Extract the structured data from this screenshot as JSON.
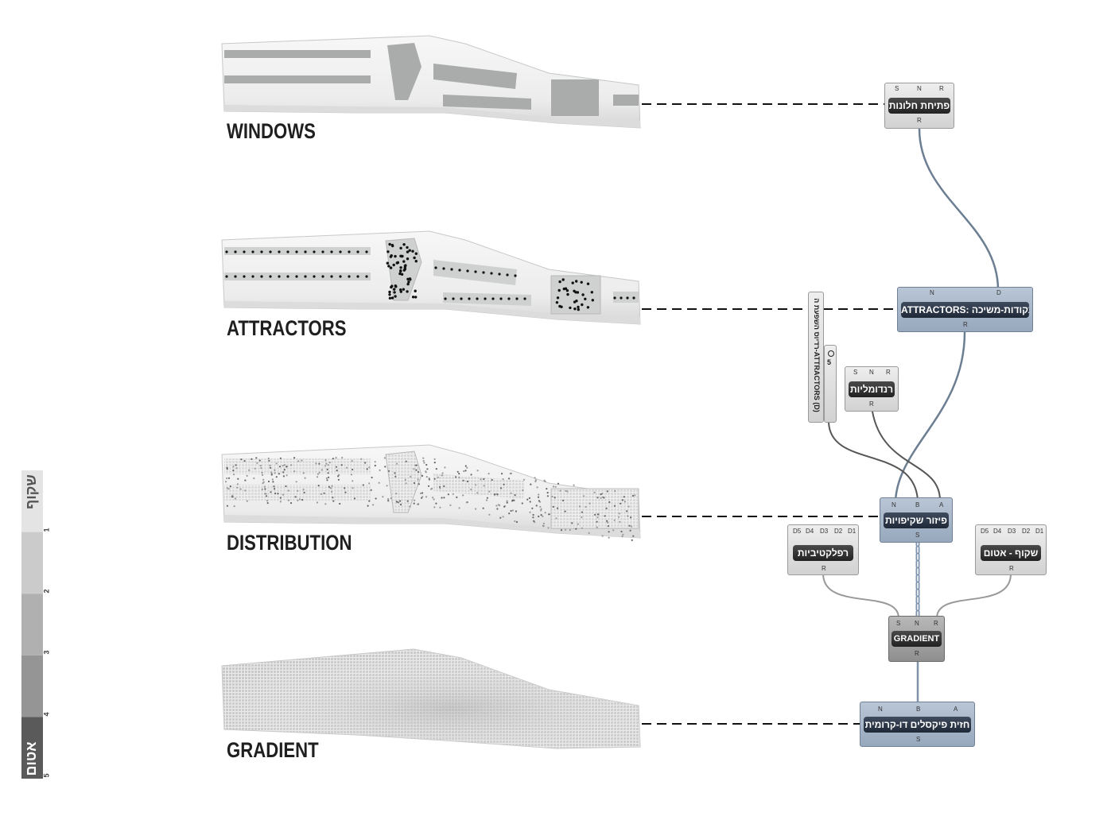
{
  "sections": {
    "windows": "WINDOWS",
    "attractors": "ATTRACTORS",
    "distribution": "DISTRIBUTION",
    "gradient": "GRADIENT"
  },
  "nodes": {
    "windows_node": {
      "title": "פתיחת חלונות",
      "inputs": [
        "S",
        "N",
        "R"
      ],
      "outputs": [
        "R"
      ]
    },
    "attractors_node": {
      "title": "ATTRACTORS: נקודות-משיכה",
      "inputs": [
        "N",
        "D"
      ],
      "outputs": [
        "R"
      ]
    },
    "slider_node": {
      "title": "רדיוס השפעת ה-ATTRACTORS (D)",
      "value": "5"
    },
    "random_node": {
      "title": "רנדומליות",
      "inputs": [
        "S",
        "N",
        "R"
      ],
      "outputs": [
        "R"
      ]
    },
    "distribution_node": {
      "title": "פיזור שקיפויות",
      "inputs": [
        "N",
        "B",
        "A"
      ],
      "outputs": [
        "S"
      ]
    },
    "reflective_node": {
      "title": "רפלקטיביות",
      "inputs": [
        "D5",
        "D4",
        "D3",
        "D2",
        "D1"
      ],
      "outputs": [
        "R"
      ]
    },
    "opacity_node": {
      "title": "שקוף - אטום",
      "inputs": [
        "D5",
        "D4",
        "D3",
        "D2",
        "D1"
      ],
      "outputs": [
        "R"
      ]
    },
    "gradient_node": {
      "title": "GRADIENT",
      "inputs": [
        "S",
        "N",
        "R"
      ],
      "outputs": [
        "R"
      ]
    },
    "facade_node": {
      "title": "חזית פיקסלים דו-קרומית",
      "inputs": [
        "N",
        "B",
        "A"
      ],
      "outputs": [
        "S"
      ]
    }
  },
  "legend": {
    "top_label": "שקוף",
    "bottom_label": "אטום",
    "levels": [
      "1",
      "2",
      "3",
      "4",
      "5"
    ],
    "colors": [
      "#e4e4e4",
      "#cbcbcb",
      "#b0b0b0",
      "#959595",
      "#5a5a5a"
    ]
  }
}
